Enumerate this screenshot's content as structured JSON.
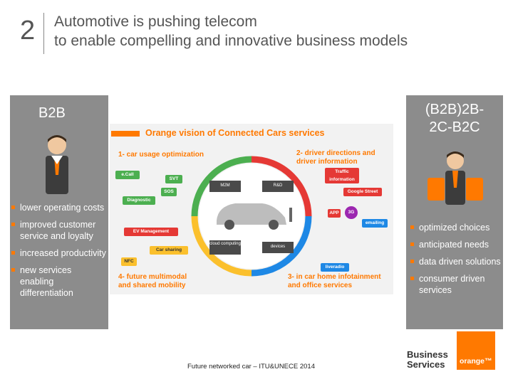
{
  "slide": {
    "number": "2",
    "title_line1": "Automotive is pushing telecom",
    "title_line2": "to enable compelling and innovative business models"
  },
  "left_panel": {
    "heading": "B2B",
    "bullets": [
      "lower operating costs",
      "improved customer service and loyalty",
      "increased productivity",
      "new services enabling differentiation"
    ]
  },
  "right_panel": {
    "heading_line1": "(B2B)2B-",
    "heading_line2": "2C-B2C",
    "bullets": [
      "optimized choices",
      "anticipated needs",
      "data driven solutions",
      "consumer driven services"
    ]
  },
  "center": {
    "title": "Orange vision of Connected Cars services",
    "q1": "1- car usage optimization",
    "q2_line1": "2- driver directions and",
    "q2_line2": "driver information",
    "q3_line1": "3- in car home infotainment",
    "q3_line2": "and office services",
    "q4_line1": "4- future multimodal",
    "q4_line2": "and shared mobility",
    "tiles": [
      "M2M",
      "R&D",
      "cloud computing",
      "devices"
    ],
    "badges": {
      "ecall": "e.Call",
      "svt": "SVT",
      "sos": "SOS",
      "diagnostic": "Diagnostic",
      "traffic": "Traffic information",
      "google": "Google Street",
      "app": "APP",
      "threeg": "3G",
      "emailing": "emailing",
      "ev": "EV Management",
      "carsharing": "Car sharing",
      "nfc": "NFC",
      "liveradio": "liveradio"
    },
    "colors": {
      "q1": "#4caf50",
      "q2": "#e53935",
      "q3": "#1e88e5",
      "q4": "#fbc02d"
    }
  },
  "footer": "Future networked car – ITU&UNECE 2014",
  "brand": {
    "line1": "Business",
    "line2": "Services",
    "logo": "orange™"
  }
}
